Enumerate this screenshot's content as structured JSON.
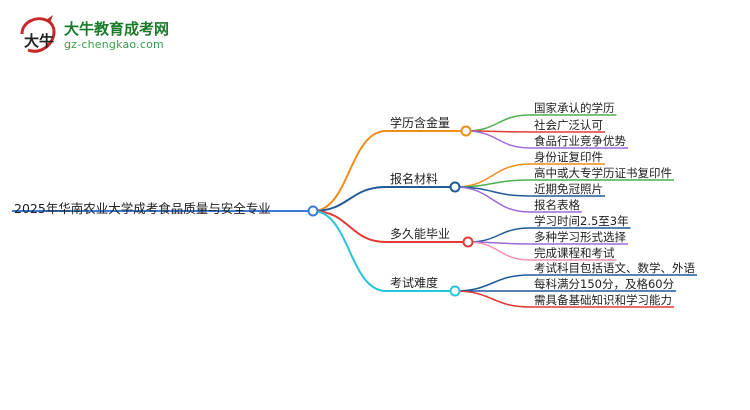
{
  "brand": {
    "name": "大牛教育成考网",
    "url": "gz-chengkao.com",
    "mark_text": "大牛"
  },
  "diagram": {
    "type": "mindmap",
    "root": "2025年华南农业大学成考食品质量与安全专业",
    "root_color": "#3a7bd5",
    "branches": [
      {
        "label": "学历含金量",
        "color": "#f08c1a",
        "children": [
          {
            "label": "国家承认的学历",
            "color": "#4caf50"
          },
          {
            "label": "社会广泛认可",
            "color": "#e53935"
          },
          {
            "label": "食品行业竞争优势",
            "color": "#9c6bd6"
          }
        ]
      },
      {
        "label": "报名材料",
        "color": "#1f5a99",
        "children": [
          {
            "label": "身份证复印件",
            "color": "#f08c1a"
          },
          {
            "label": "高中或大专学历证书复印件",
            "color": "#4caf50"
          },
          {
            "label": "近期免冠照片",
            "color": "#1f5a99"
          },
          {
            "label": "报名表格",
            "color": "#9c6bd6"
          }
        ]
      },
      {
        "label": "多久能毕业",
        "color": "#e53935",
        "children": [
          {
            "label": "学习时间2.5至3年",
            "color": "#1f5a99"
          },
          {
            "label": "多种学习形式选择",
            "color": "#9c6bd6"
          },
          {
            "label": "完成课程和考试",
            "color": "#f48fb1"
          }
        ]
      },
      {
        "label": "考试难度",
        "color": "#26c6da",
        "children": [
          {
            "label": "考试科目包括语文、数学、外语",
            "color": "#1f5a99"
          },
          {
            "label": "每科满分150分，及格60分",
            "color": "#1f5a99"
          },
          {
            "label": "需具备基础知识和学习能力",
            "color": "#e53935"
          }
        ]
      }
    ]
  }
}
